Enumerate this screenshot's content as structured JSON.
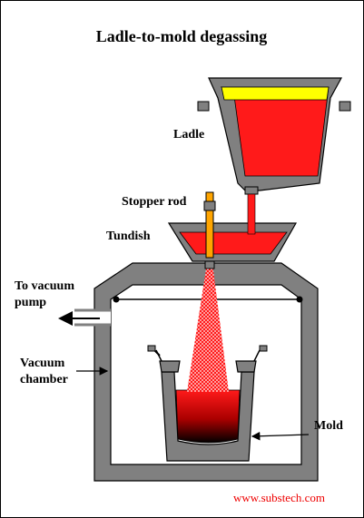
{
  "title": "Ladle-to-mold degassing",
  "labels": {
    "ladle": "Ladle",
    "stopper_rod": "Stopper rod",
    "tundish": "Tundish",
    "to_vacuum_pump_line1": "To vacuum",
    "to_vacuum_pump_line2": "pump",
    "vacuum_chamber_line1": "Vacuum",
    "vacuum_chamber_line2": "chamber",
    "mold": "Mold"
  },
  "footer": "www.substech.com",
  "colors": {
    "vessel_gray": "#808080",
    "molten_metal": "#ff1a1a",
    "slag": "#ffff00",
    "stopper": "#ffa500",
    "outline": "#000000",
    "footer_text": "#ee0000"
  }
}
